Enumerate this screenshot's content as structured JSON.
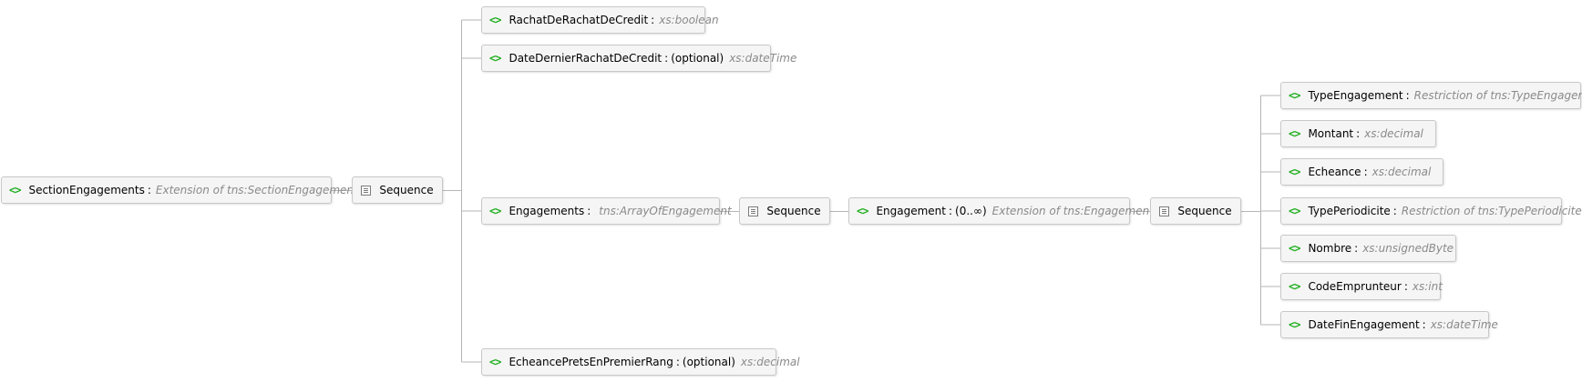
{
  "root": {
    "name": "SectionEngagements",
    "sep": ":",
    "type": "Extension of tns:SectionEngagements"
  },
  "seq1": {
    "label": "Sequence"
  },
  "children1": [
    {
      "name": "RachatDeRachatDeCredit",
      "sep": ":",
      "opt": "",
      "type": "xs:boolean"
    },
    {
      "name": "DateDernierRachatDeCredit",
      "sep": ":",
      "opt": "(optional)",
      "type": "xs:dateTime"
    },
    {
      "name": "Engagements",
      "sep": ":",
      "opt": "",
      "type": "tns:ArrayOfEngagement"
    },
    {
      "name": "EcheancePretsEnPremierRang",
      "sep": ":",
      "opt": "(optional)",
      "type": "xs:decimal"
    }
  ],
  "seq2": {
    "label": "Sequence"
  },
  "engagement": {
    "name": "Engagement",
    "sep": ":",
    "opt": "(0..∞)",
    "type": "Extension of tns:Engagement"
  },
  "seq3": {
    "label": "Sequence"
  },
  "children3": [
    {
      "name": "TypeEngagement",
      "sep": ":",
      "type": "Restriction of tns:TypeEngagement"
    },
    {
      "name": "Montant",
      "sep": ":",
      "type": "xs:decimal"
    },
    {
      "name": "Echeance",
      "sep": ":",
      "type": "xs:decimal"
    },
    {
      "name": "TypePeriodicite",
      "sep": ":",
      "type": "Restriction of tns:TypePeriodicite"
    },
    {
      "name": "Nombre",
      "sep": ":",
      "type": "xs:unsignedByte"
    },
    {
      "name": "CodeEmprunteur",
      "sep": ":",
      "type": "xs:int"
    },
    {
      "name": "DateFinEngagement",
      "sep": ":",
      "type": "xs:dateTime"
    }
  ],
  "icons": {
    "element": "element-icon",
    "sequence": "sequence-icon"
  },
  "colors": {
    "element_icon": "#1fae1f",
    "type_text": "#8a8a8a",
    "connector": "#b5b5b5"
  }
}
